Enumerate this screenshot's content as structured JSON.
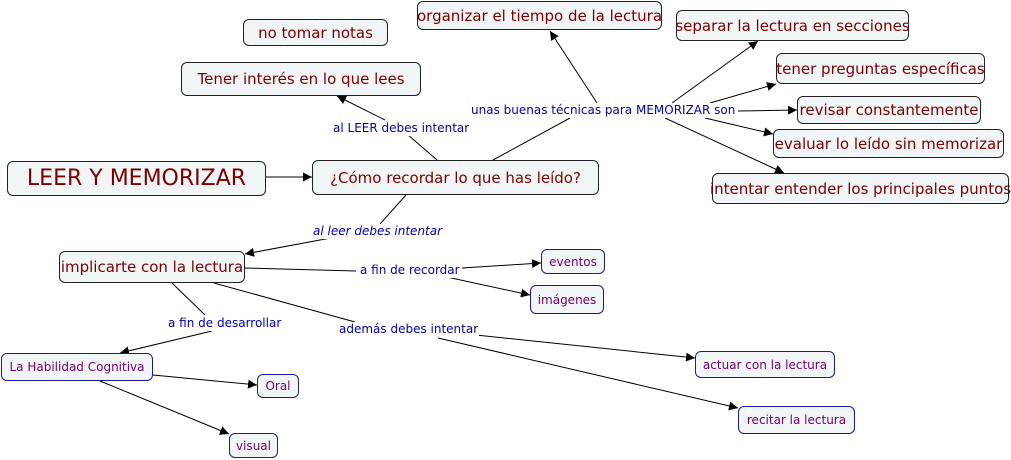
{
  "nodes": {
    "root": "LEER Y MEMORIZAR",
    "question": "¿Cómo recordar lo que has leído?",
    "interes": "Tener interés en lo que lees",
    "no_notas": "no tomar notas",
    "organizar": "organizar el tiempo de la lectura",
    "separar": "separar la lectura en secciones",
    "preguntas": "tener preguntas específicas",
    "revisar": "revisar constantemente",
    "evaluar": "evaluar lo leído sin memorizar",
    "entender": "intentar entender los principales puntos",
    "implicarte": "implicarte con la lectura",
    "eventos": "eventos",
    "imagenes": "imágenes",
    "habilidad": "La Habilidad Cognitiva",
    "oral": "Oral",
    "visual": "visual",
    "actuar": "actuar con la lectura",
    "recitar": "recitar la lectura"
  },
  "links": {
    "al_leer_mayus": "al LEER debes intentar",
    "tecnicas": "unas buenas técnicas para MEMORIZAR son",
    "al_leer": "al leer debes intentar",
    "fin_recordar": "a fin de recordar",
    "fin_desarrollar": "a fin de desarrollar",
    "ademas": "además debes intentar"
  },
  "colors": {
    "node_text": "#7a0000",
    "sub_text": "#6e006e",
    "link_text": "#0000aa",
    "node_fill": "#f2f5f5"
  }
}
